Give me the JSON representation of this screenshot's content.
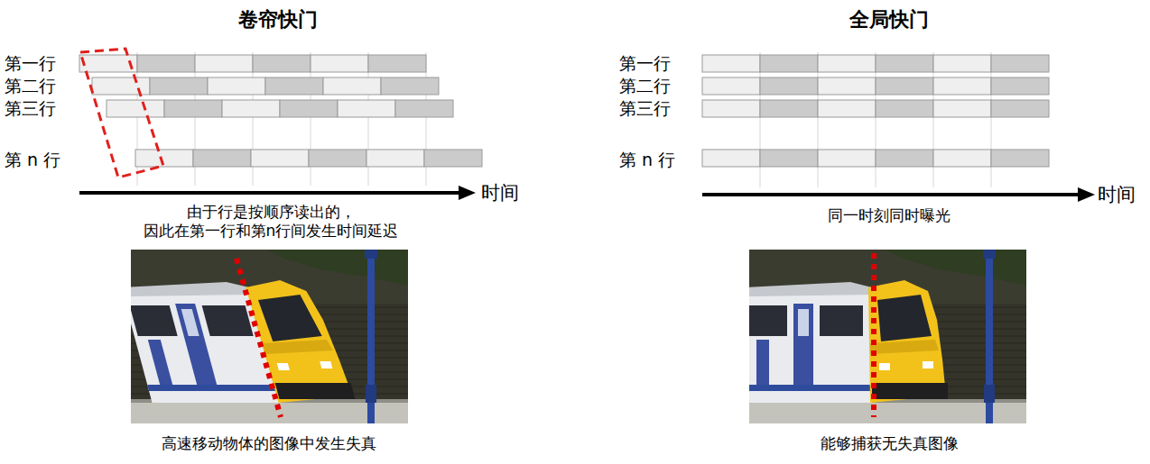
{
  "diagram": {
    "labels": [
      "卷帘快门",
      "第一行",
      "第二行",
      "第三行",
      "第 n 行",
      "时间",
      "由于行是按顺序读出的， 因此在第一行和第n行间发生时间延迟",
      "高速移动物体的图像中发生失真",
      "全局快门",
      "第一行",
      "第二行",
      "第三行",
      "第 n 行",
      "时间",
      "同一时刻同时曝光",
      "能够捕获无失真图像"
    ]
  }
}
